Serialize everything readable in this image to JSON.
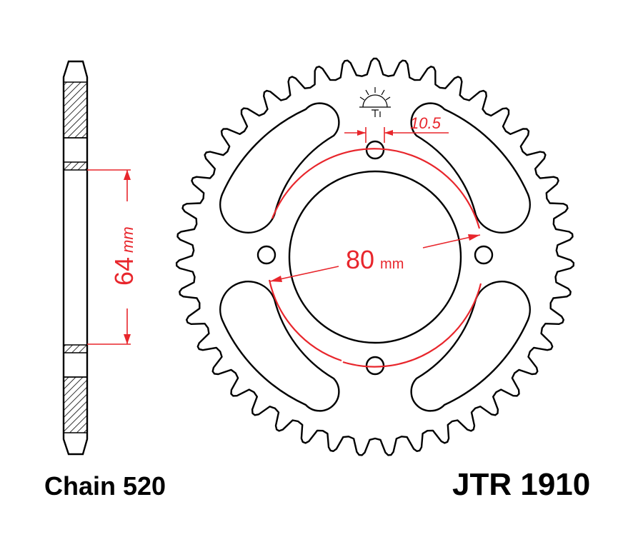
{
  "labels": {
    "chain": "Chain 520",
    "part_number": "JTR 1910"
  },
  "dimensions": {
    "bolt_hole_width": "10.5",
    "hub_diameter_value": "80",
    "hub_diameter_unit": "mm",
    "side_height_value": "64",
    "side_height_unit": "mm"
  },
  "colors": {
    "outline": "#000000",
    "dimension": "#e8262c"
  },
  "sprocket": {
    "teeth": 43
  }
}
